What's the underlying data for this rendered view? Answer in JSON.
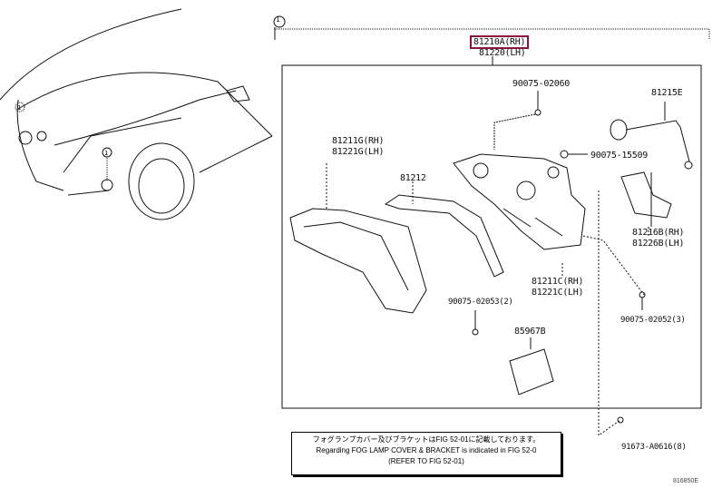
{
  "callout_marker": "1",
  "parts": {
    "assembly_rh": "81210A(RH)",
    "assembly_lh": "81220(LH)",
    "bolt_top": "90075-02060",
    "bulb": "81215E",
    "nut": "90075-15509",
    "cover_rh": "81211G(RH)",
    "cover_lh": "81221G(LH)",
    "gasket": "81212",
    "bracket_rh": "81216B(RH)",
    "bracket_lh": "81226B(LH)",
    "housing_rh": "81211C(RH)",
    "housing_lh": "81221C(LH)",
    "screw_left": "90075-02053(2)",
    "screw_right": "90075-02052(3)",
    "module": "85967B",
    "clip": "91673-A0616(8)"
  },
  "note": {
    "line_jp": "フォグランプカバー及びブラケットはFIG 52-01に記載しております。",
    "line_en": "Regarding FOG LAMP COVER & BRACKET is indicated in FIG 52-0",
    "line_ref": "(REFER TO FIG 52-01)"
  },
  "figure_code": "816850E",
  "highlight_color": "#8b1538"
}
